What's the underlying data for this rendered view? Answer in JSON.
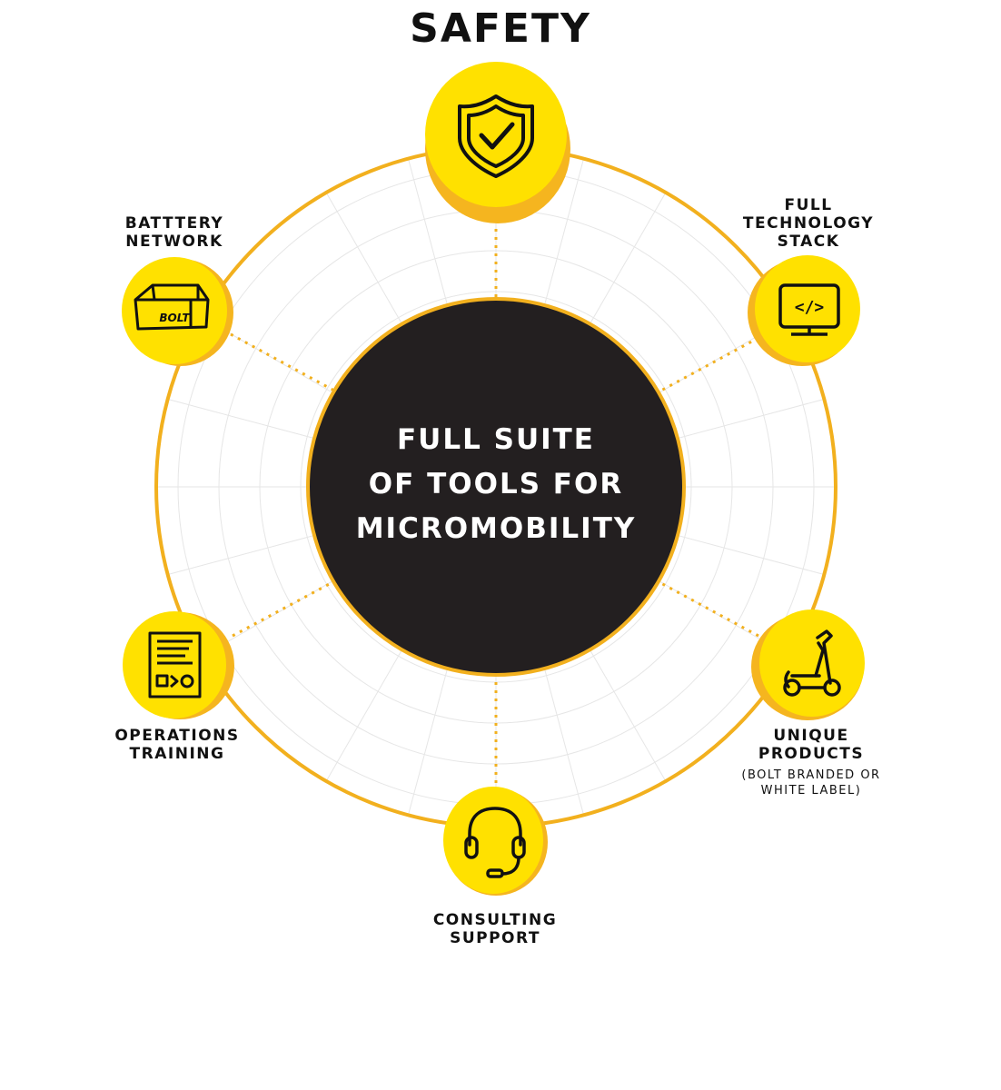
{
  "title": "SAFETY",
  "center": {
    "lines": [
      "FULL SUITE",
      "OF TOOLS FOR",
      "MICROMOBILITY"
    ]
  },
  "nodes": {
    "battery": {
      "lines": [
        "BATTTERY",
        "NETWORK"
      ],
      "icon": "battery-pack-icon",
      "logo_text": "BOLT"
    },
    "tech": {
      "lines": [
        "FULL",
        "TECHNOLOGY",
        "STACK"
      ],
      "icon": "code-monitor-icon",
      "code_text": "</>"
    },
    "products": {
      "lines": [
        "UNIQUE",
        "PRODUCTS"
      ],
      "note": [
        "(BOLT BRANDED OR",
        "WHITE LABEL)"
      ],
      "icon": "scooter-icon"
    },
    "consulting": {
      "lines": [
        "CONSULTING",
        "SUPPORT"
      ],
      "icon": "headset-icon"
    },
    "operations": {
      "lines": [
        "OPERATIONS",
        "TRAINING"
      ],
      "icon": "document-icon",
      "icon_text": "□>○"
    },
    "safety": {
      "icon": "shield-check-icon"
    }
  },
  "colors": {
    "accent": "#FFE100",
    "accent_shadow": "#F5B51F",
    "ring": "#F2B01E",
    "center_fill": "#231F20",
    "grid": "#E6E6E6",
    "text": "#111111"
  }
}
